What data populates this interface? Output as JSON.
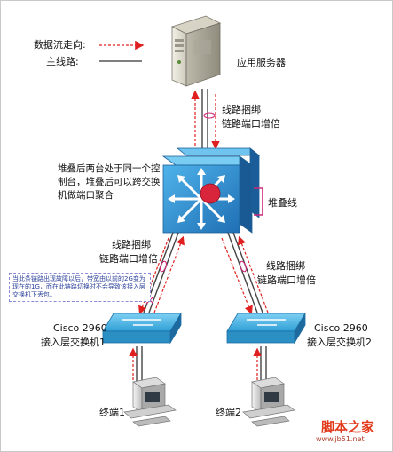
{
  "legend": {
    "data_flow_label": "数据流走向:",
    "trunk_label": "主线路:"
  },
  "server": {
    "label": "应用服务器"
  },
  "link_top": {
    "line1": "线路捆绑",
    "line2": "链路端口增倍"
  },
  "core": {
    "description": "堆叠后两台处于同一个控制台，堆叠后可以跨交换机做端口聚合",
    "stack_cable_label": "堆叠线"
  },
  "link_left": {
    "line1": "线路捆绑",
    "line2": "链路端口增倍"
  },
  "link_right": {
    "line1": "线路捆绑",
    "line2": "链路端口增倍"
  },
  "failure_note": "当此条链路出现故障以后，带宽由以前的2G变为现在的1G，而在此链路切换时不会导致该接入层交换机下丢包。",
  "access_left": {
    "model": "Cisco 2960",
    "role": "接入层交换机1"
  },
  "access_right": {
    "model": "Cisco 2960",
    "role": "接入层交换机2"
  },
  "terminal_left": {
    "label": "终端1"
  },
  "terminal_right": {
    "label": "终端2"
  },
  "watermark": {
    "text": "脚本之家",
    "url": "www.jb51.net"
  },
  "colors": {
    "data_flow": "#e02020",
    "switch_blue": "#3aa3d4",
    "core_blue": "#2b86c8",
    "core_center": "#d8253c",
    "stack_cable": "#d0287a"
  }
}
